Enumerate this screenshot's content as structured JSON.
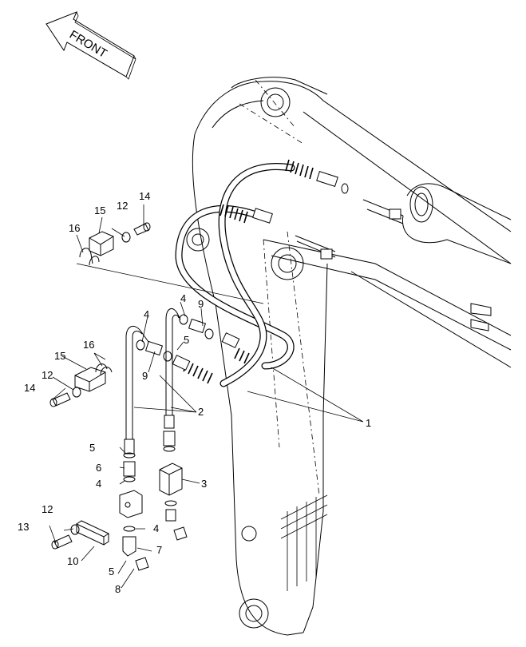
{
  "corner_mark": "",
  "front_label": "FRONT",
  "watermark": "",
  "callouts": {
    "c1": "1",
    "c2": "2",
    "c3": "3",
    "c4a": "4",
    "c4b": "4",
    "c4c": "4",
    "c4d": "4",
    "c5a": "5",
    "c5b": "5",
    "c5c": "5",
    "c6": "6",
    "c7": "7",
    "c8": "8",
    "c9a": "9",
    "c9b": "9",
    "c10": "10",
    "c12a": "12",
    "c12b": "12",
    "c12c": "12",
    "c13": "13",
    "c14a": "14",
    "c14b": "14",
    "c15a": "15",
    "c15b": "15",
    "c16a": "16",
    "c16b": "16"
  }
}
